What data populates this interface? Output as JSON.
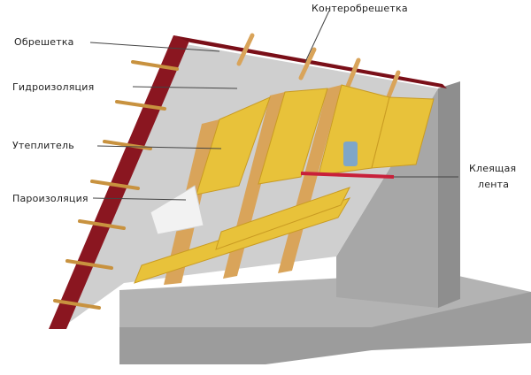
{
  "labels": {
    "counter_batten": "Контеробрешетка",
    "battens": "Обрешетка",
    "waterproofing": "Гидроизоляция",
    "insulation": "Утеплитель",
    "vapor_barrier": "Пароизоляция",
    "adhesive_tape_line1": "Клеящая",
    "adhesive_tape_line2": "лента"
  },
  "colors": {
    "roof_tile": "#8a1620",
    "timber": "#d9a45a",
    "insulation": "#e8c23a",
    "membrane_grey": "#cfcfcf",
    "concrete": "#9a9a9a",
    "tape": "#c8203a",
    "leader_line": "#444444"
  }
}
